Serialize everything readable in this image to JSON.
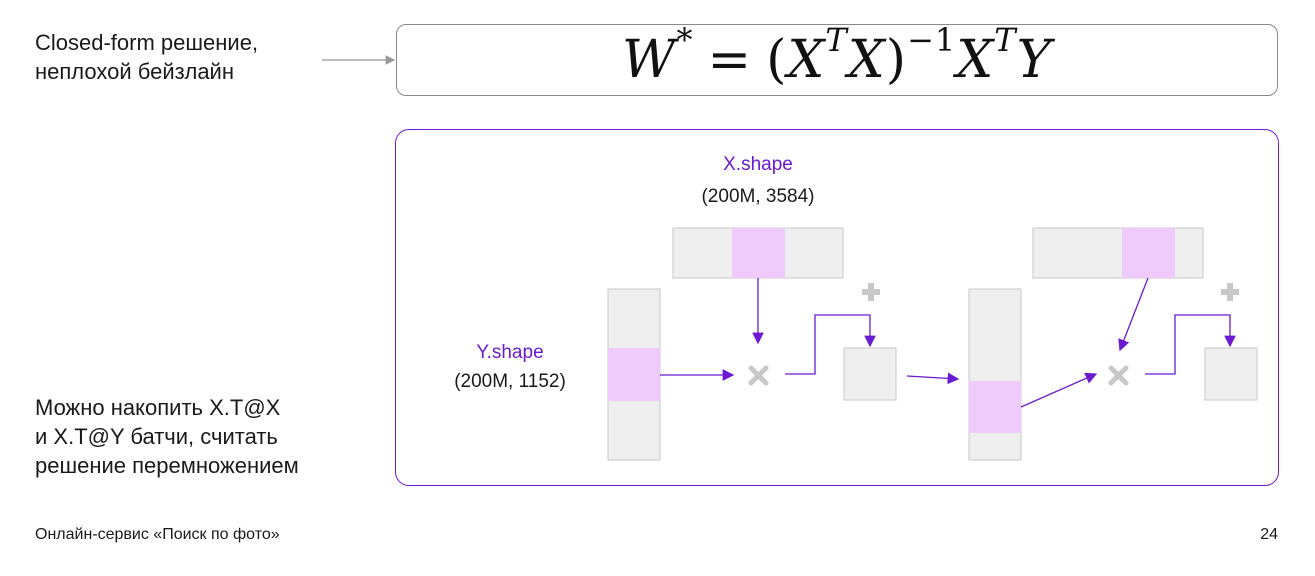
{
  "left_top": {
    "line1": "Closed-form решение,",
    "line2": "неплохой бейзлайн"
  },
  "left_bottom": {
    "line1": "Можно накопить X.T@X",
    "line2": "и X.T@Y батчи, считать",
    "line3": "решение перемножением"
  },
  "formula": {
    "W": "W",
    "star": "*",
    "eq": "=",
    "lp": "(",
    "X1": "X",
    "T1": "T",
    "X2": "X",
    "rp": ")",
    "inv": "−1",
    "X3": "X",
    "T2": "T",
    "Y": "Y"
  },
  "diagram": {
    "x_label": "X.shape",
    "x_dims": "(200M, 3584)",
    "y_label": "Y.shape",
    "y_dims": "(200M, 1152)"
  },
  "footer": {
    "service": "Онлайн-сервис «Поиск по фото»",
    "page_number": "24"
  },
  "colors": {
    "accent": "#6a1bd1",
    "highlight": "#eecbfb",
    "matrix": "#efefef",
    "matrix_border": "#c8c8c8",
    "op": "#c8c8c8"
  }
}
